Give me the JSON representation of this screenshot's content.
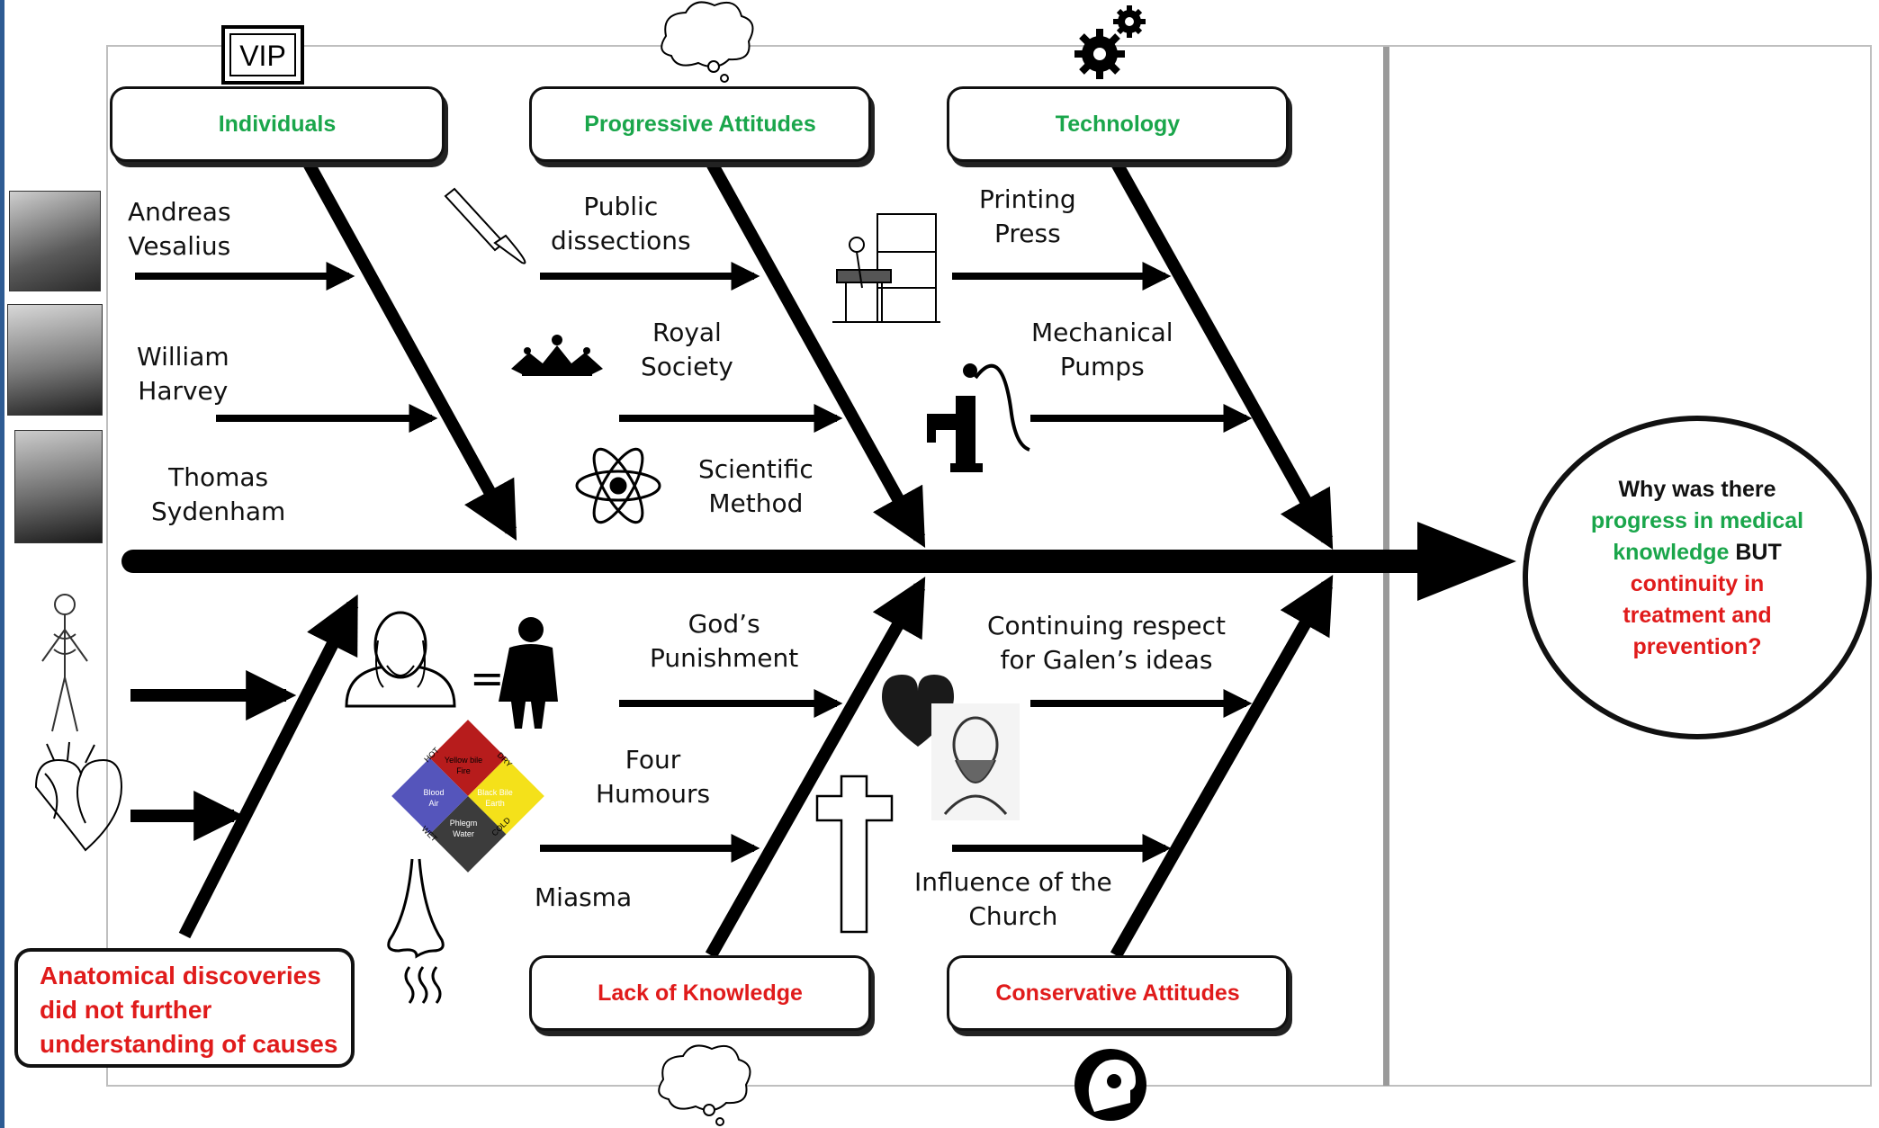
{
  "categories": {
    "individuals": "Individuals",
    "progressive": "Progressive Attitudes",
    "technology": "Technology",
    "lack": "Lack of Knowledge",
    "conservative": "Conservative Attitudes"
  },
  "causes": {
    "vesalius": [
      "Andreas",
      "Vesalius"
    ],
    "harvey": [
      "William",
      "Harvey"
    ],
    "sydenham": [
      "Thomas",
      "Sydenham"
    ],
    "dissections": [
      "Public",
      "dissections"
    ],
    "royal": [
      "Royal",
      "Society"
    ],
    "scientific": [
      "Scientific",
      "Method"
    ],
    "printing": [
      "Printing",
      "Press"
    ],
    "pumps": [
      "Mechanical",
      "Pumps"
    ],
    "gods": [
      "God’s",
      "Punishment"
    ],
    "humours": [
      "Four",
      "Humours"
    ],
    "miasma": "Miasma",
    "galen": [
      "Continuing respect",
      "for Galen’s ideas"
    ],
    "church": [
      "Influence of the",
      "Church"
    ]
  },
  "note": [
    "Anatomical discoveries",
    "did not further",
    "understanding of causes"
  ],
  "question": {
    "line1": "Why was there",
    "line2": "progress in medical",
    "line3a": "knowledge",
    "line3b": " BUT",
    "line4": "continuity in",
    "line5": "treatment and",
    "line6": "prevention?"
  },
  "icons": {
    "vip": "VIP",
    "humours_chart": {
      "hot": "HOT",
      "dry": "DRY",
      "wet": "WET",
      "cold": "COLD",
      "yellow": [
        "Yellow bile",
        "Fire"
      ],
      "blood": [
        "Blood",
        "Air"
      ],
      "black": [
        "Black Bile",
        "Earth"
      ],
      "phlegm": [
        "Phlegm",
        "Water"
      ]
    }
  },
  "colors": {
    "progress": "#1aa64b",
    "continuity": "#e01b1b",
    "frame": "#2e5b93"
  }
}
